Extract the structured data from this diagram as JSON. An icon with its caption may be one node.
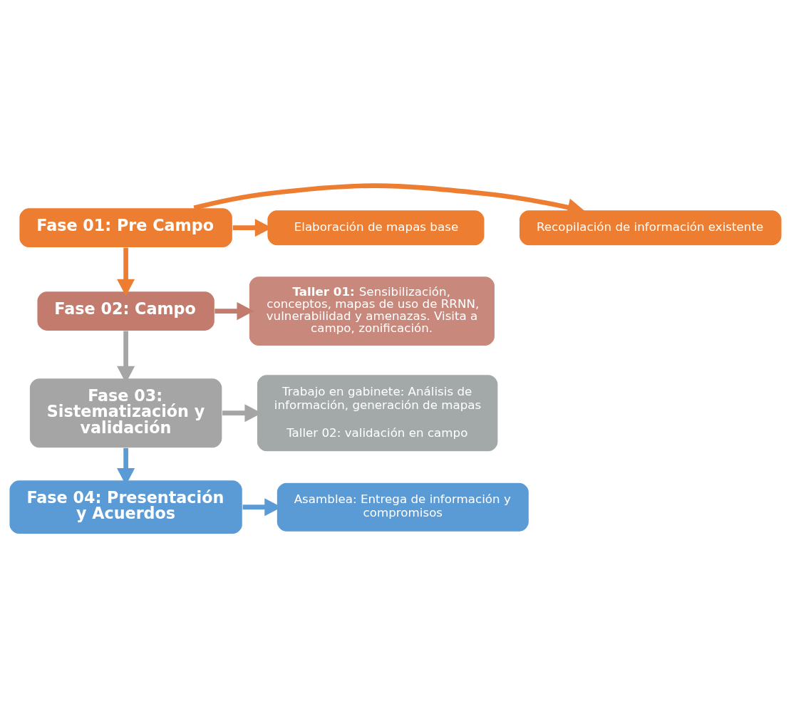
{
  "diagram": {
    "nodes": [
      {
        "text": [
          "Fase 01: Pre Campo"
        ]
      },
      {
        "text": [
          "Recopilación de información existente"
        ]
      },
      {
        "text": [
          "Elaboración de mapas base"
        ]
      },
      {
        "text": [
          "Fase 02: Campo"
        ]
      },
      {
        "text": [
          "**Taller 01:** Sensibilización, conceptos, mapas de uso de RRNN, vulnerabilidad y amenazas. Visita a campo, zonificación."
        ]
      },
      {
        "text": [
          "Fase 03: Sistematización y validación"
        ]
      },
      {
        "text": [
          "Trabajo en gabinete: Análisis de información, generación de mapas",
          "Taller 02: validación en campo"
        ]
      },
      {
        "text": [
          "Fase 04: Presentación y Acuerdos"
        ]
      },
      {
        "text": [
          "Asamblea: Entrega de información y compromisos"
        ]
      }
    ],
    "edges": [
      {
        "from": 0,
        "to": 1,
        "arrow": "to",
        "color": "#ed7d31"
      },
      {
        "from": 0,
        "to": 2,
        "arrow": "to",
        "color": "#ed7d31"
      },
      {
        "from": 0,
        "to": 3,
        "arrow": "to",
        "color": "#ed7d31"
      },
      {
        "from": 3,
        "to": 4,
        "arrow": "to",
        "color": "#c27b6c"
      },
      {
        "from": 3,
        "to": 5,
        "arrow": "to",
        "color": "#a5a5a5"
      },
      {
        "from": 5,
        "to": 6,
        "arrow": "to",
        "color": "#a5a5a5"
      },
      {
        "from": 5,
        "to": 7,
        "arrow": "to",
        "color": "#5b9bd5"
      },
      {
        "from": 7,
        "to": 8,
        "arrow": "to",
        "color": "#5b9bd5"
      }
    ]
  }
}
